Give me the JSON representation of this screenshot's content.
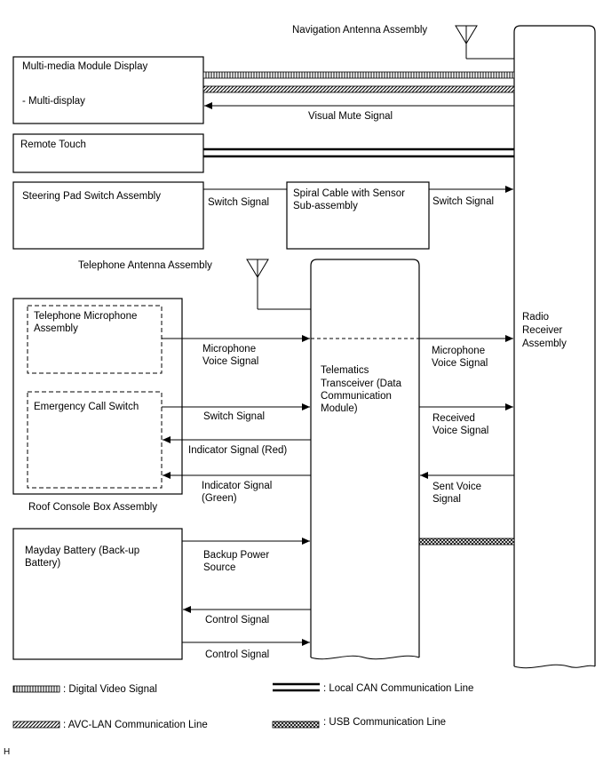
{
  "labels": {
    "nav_antenna": "Navigation Antenna Assembly",
    "mm_display_1": "Multi-media Module Display",
    "mm_display_2": "- Multi-display",
    "visual_mute": "Visual Mute Signal",
    "remote_touch": "Remote Touch",
    "steering_pad": "Steering Pad Switch Assembly",
    "switch_signal_1": "Switch Signal",
    "spiral_1": "Spiral Cable with Sensor",
    "spiral_2": "Sub-assembly",
    "switch_signal_2": "Switch Signal",
    "tel_antenna": "Telephone Antenna Assembly",
    "tel_mic_1": "Telephone Microphone",
    "tel_mic_2": "Assembly",
    "mic_voice_l1": "Microphone",
    "mic_voice_l2": "Voice Signal",
    "mic_voice_r1": "Microphone",
    "mic_voice_r2": "Voice Signal",
    "telematics_1": "Telematics",
    "telematics_2": "Transceiver (Data",
    "telematics_3": "Communication",
    "telematics_4": "Module)",
    "radio_1": "Radio",
    "radio_2": "Receiver",
    "radio_3": "Assembly",
    "emergency": "Emergency Call Switch",
    "switch_signal_3": "Switch Signal",
    "received_1": "Received",
    "received_2": "Voice Signal",
    "ind_red": "Indicator Signal (Red)",
    "ind_green_1": "Indicator Signal",
    "ind_green_2": "(Green)",
    "sent_1": "Sent Voice",
    "sent_2": "Signal",
    "roof_console": "Roof Console Box Assembly",
    "mayday_1": "Mayday Battery (Back-up",
    "mayday_2": "Battery)",
    "backup_1": "Backup Power",
    "backup_2": "Source",
    "control_1": "Control Signal",
    "control_2": "Control Signal",
    "legend_digital": ": Digital Video Signal",
    "legend_local_can": ": Local CAN Communication Line",
    "legend_avc": ": AVC-LAN Communication Line",
    "legend_usb": ": USB Communication Line",
    "corner": "H"
  }
}
